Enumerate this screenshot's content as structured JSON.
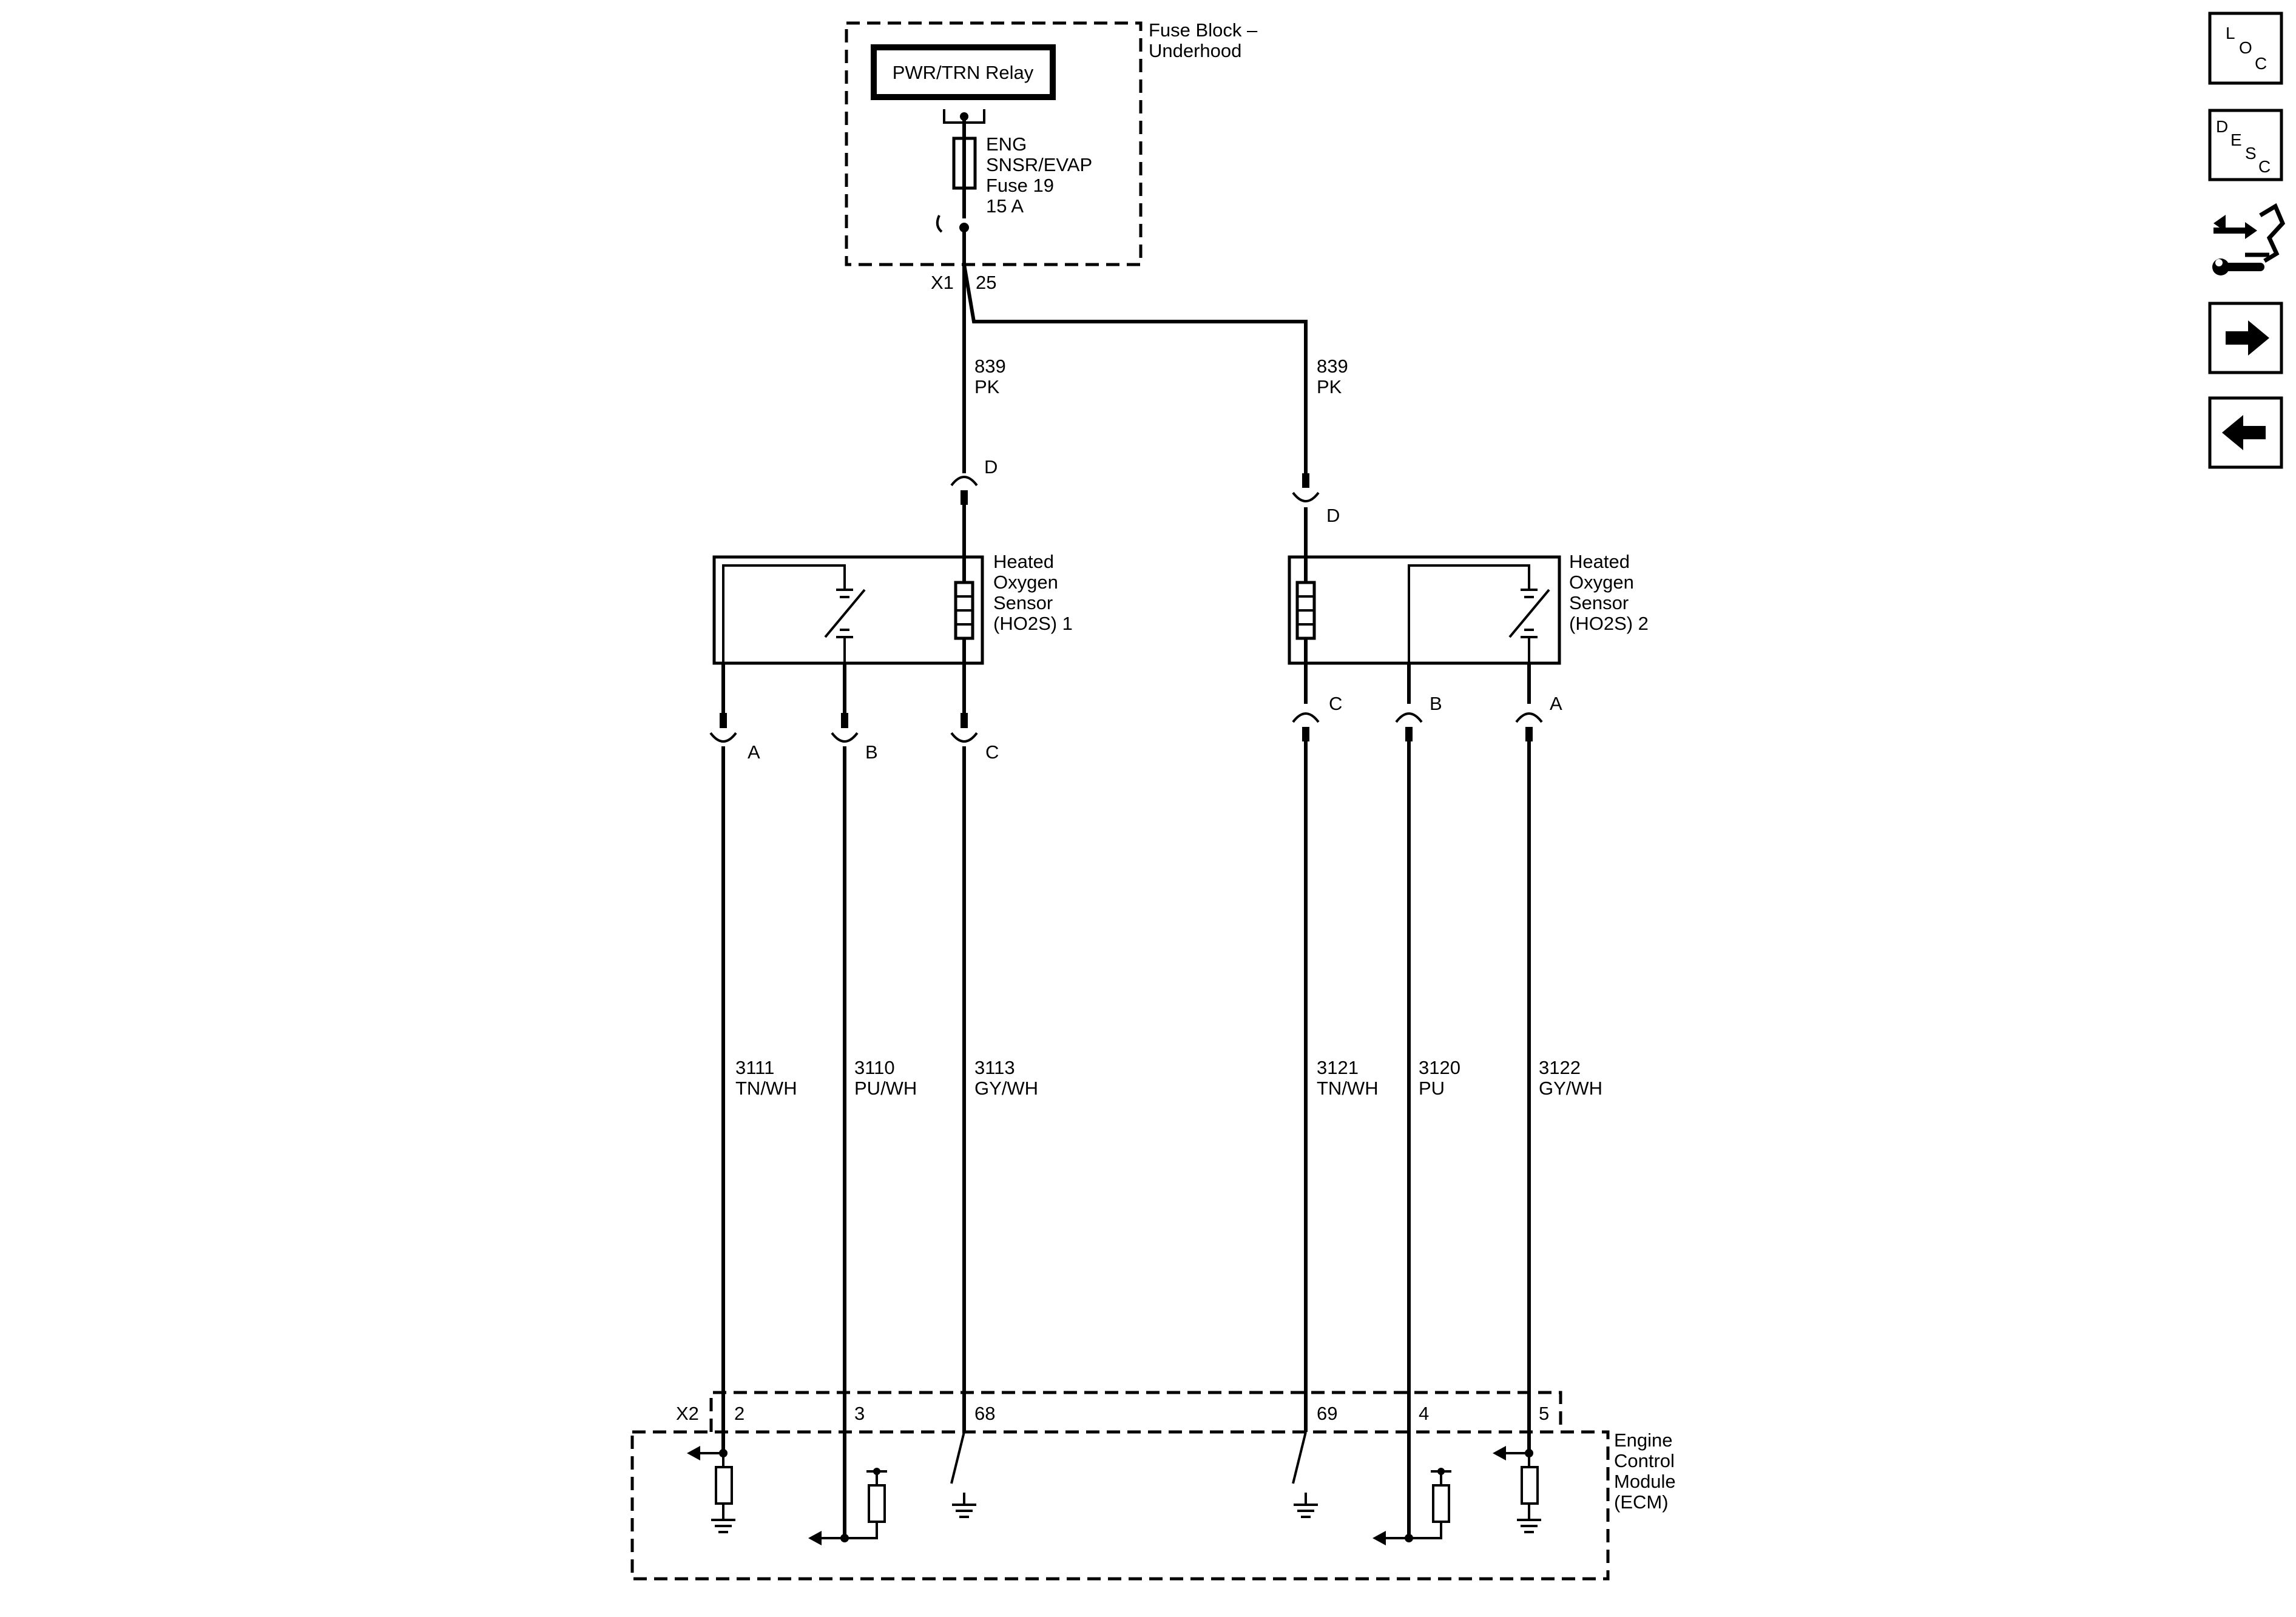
{
  "fuse_block": {
    "label_line1": "Fuse Block –",
    "label_line2": "Underhood",
    "relay_label": "PWR/TRN Relay",
    "fuse_line1": "ENG",
    "fuse_line2": "SNSR/EVAP",
    "fuse_line3": "Fuse 19",
    "fuse_line4": "15 A",
    "connector": "X1",
    "pin": "25"
  },
  "wires": {
    "feed_left": {
      "circuit": "839",
      "color": "PK"
    },
    "feed_right": {
      "circuit": "839",
      "color": "PK"
    },
    "s1_a": {
      "circuit": "3111",
      "color": "TN/WH"
    },
    "s1_b": {
      "circuit": "3110",
      "color": "PU/WH"
    },
    "s1_c": {
      "circuit": "3113",
      "color": "GY/WH"
    },
    "s2_c": {
      "circuit": "3121",
      "color": "TN/WH"
    },
    "s2_b": {
      "circuit": "3120",
      "color": "PU"
    },
    "s2_a": {
      "circuit": "3122",
      "color": "GY/WH"
    }
  },
  "sensor1": {
    "line1": "Heated",
    "line2": "Oxygen",
    "line3": "Sensor",
    "line4": "(HO2S) 1",
    "pin_d": "D",
    "pin_a": "A",
    "pin_b": "B",
    "pin_c": "C"
  },
  "sensor2": {
    "line1": "Heated",
    "line2": "Oxygen",
    "line3": "Sensor",
    "line4": "(HO2S) 2",
    "pin_d": "D",
    "pin_c": "C",
    "pin_b": "B",
    "pin_a": "A"
  },
  "ecm": {
    "line1": "Engine",
    "line2": "Control",
    "line3": "Module",
    "line4": "(ECM)",
    "connector": "X2",
    "pins": [
      "2",
      "3",
      "68",
      "69",
      "4",
      "5"
    ]
  },
  "nav": {
    "loc": {
      "l1": "L",
      "l2": "O",
      "l3": "C"
    },
    "desc": {
      "l1": "D",
      "l2": "E",
      "l3": "S",
      "l4": "C"
    },
    "icons": [
      "connector-end-view-icon",
      "arrow-right-icon",
      "arrow-left-icon"
    ]
  }
}
